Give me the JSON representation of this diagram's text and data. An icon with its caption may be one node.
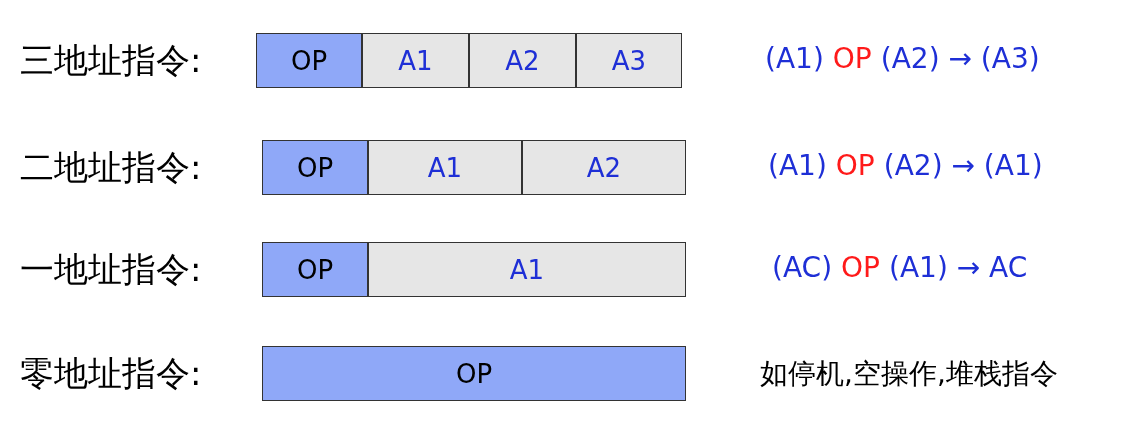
{
  "diagram": {
    "nodes": [
      {
        "text": [
          "OP"
        ]
      },
      {
        "text": [
          "A1"
        ]
      },
      {
        "text": [
          "A2"
        ]
      },
      {
        "text": [
          "A3"
        ]
      },
      {
        "text": [
          "OP"
        ]
      },
      {
        "text": [
          "A1"
        ]
      },
      {
        "text": [
          "A2"
        ]
      },
      {
        "text": [
          "OP"
        ]
      },
      {
        "text": [
          "A1"
        ]
      },
      {
        "text": [
          "OP"
        ]
      }
    ],
    "labels": [
      "三地址指令:",
      "(A1)",
      "OP",
      "(A2) → (A3)",
      "二地址指令:",
      "(A1)",
      "OP",
      "(A2) → (A1)",
      "一地址指令:",
      "(AC)",
      "OP",
      "(A1) → AC",
      "零地址指令:",
      "如停机,空操作,堆栈指令"
    ]
  }
}
